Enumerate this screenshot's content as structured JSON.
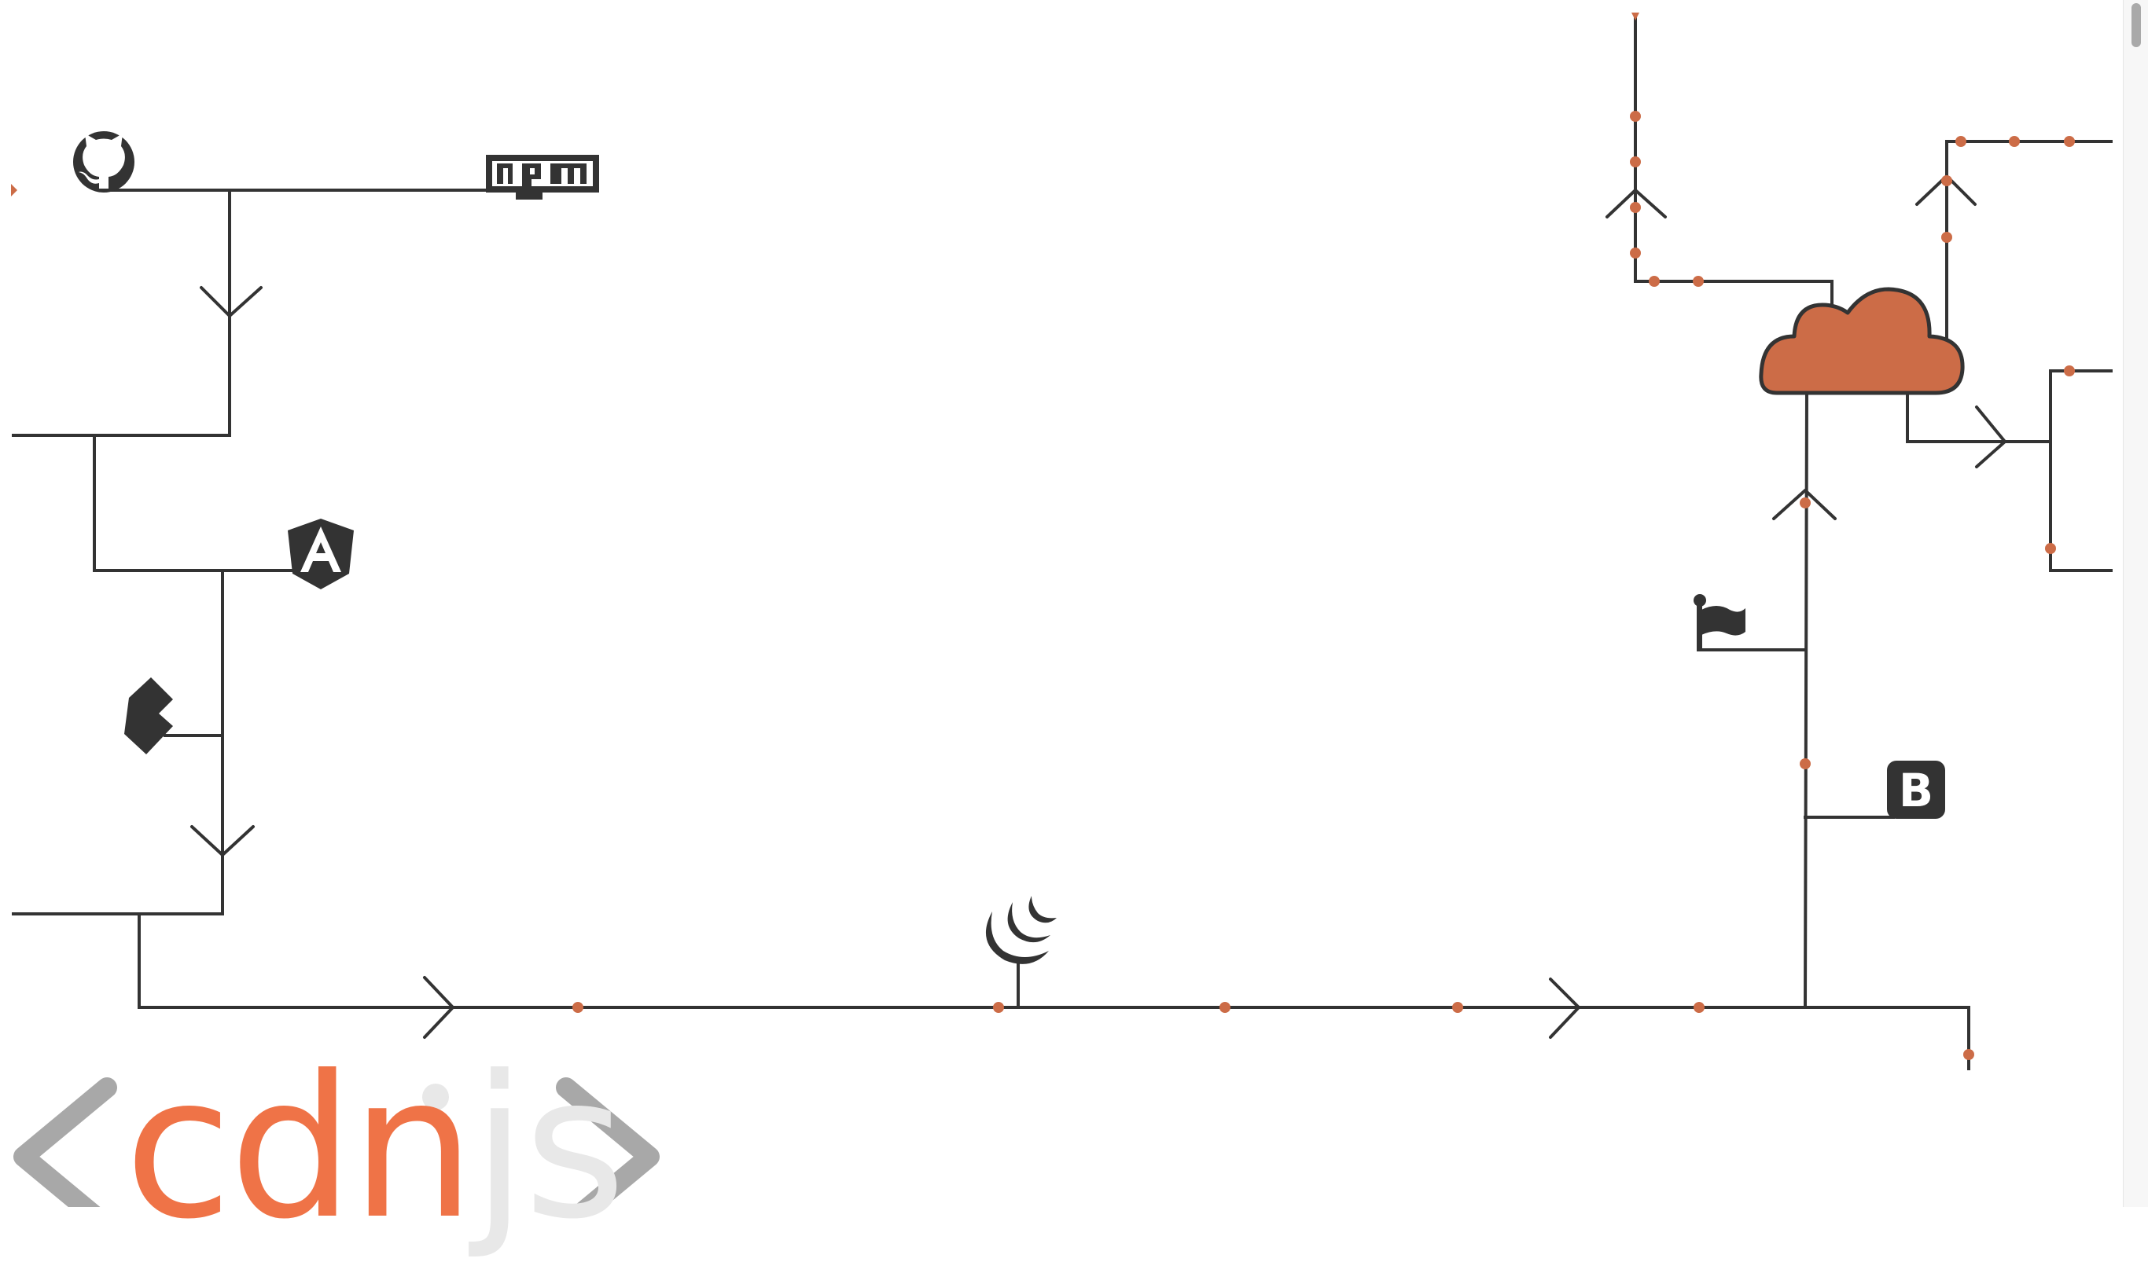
{
  "logo": {
    "part1": "cdn",
    "part2": "js",
    "brand_color": "#ef7347",
    "muted_color": "#e8e8e8",
    "bracket_color": "#a8a8a8"
  },
  "colors": {
    "line": "#333333",
    "accent": "#cc6c47",
    "cloud_fill": "#cc6c47"
  },
  "icons": {
    "github": "github-icon",
    "npm": "npm",
    "angular": "A",
    "bootstrap": "B"
  }
}
